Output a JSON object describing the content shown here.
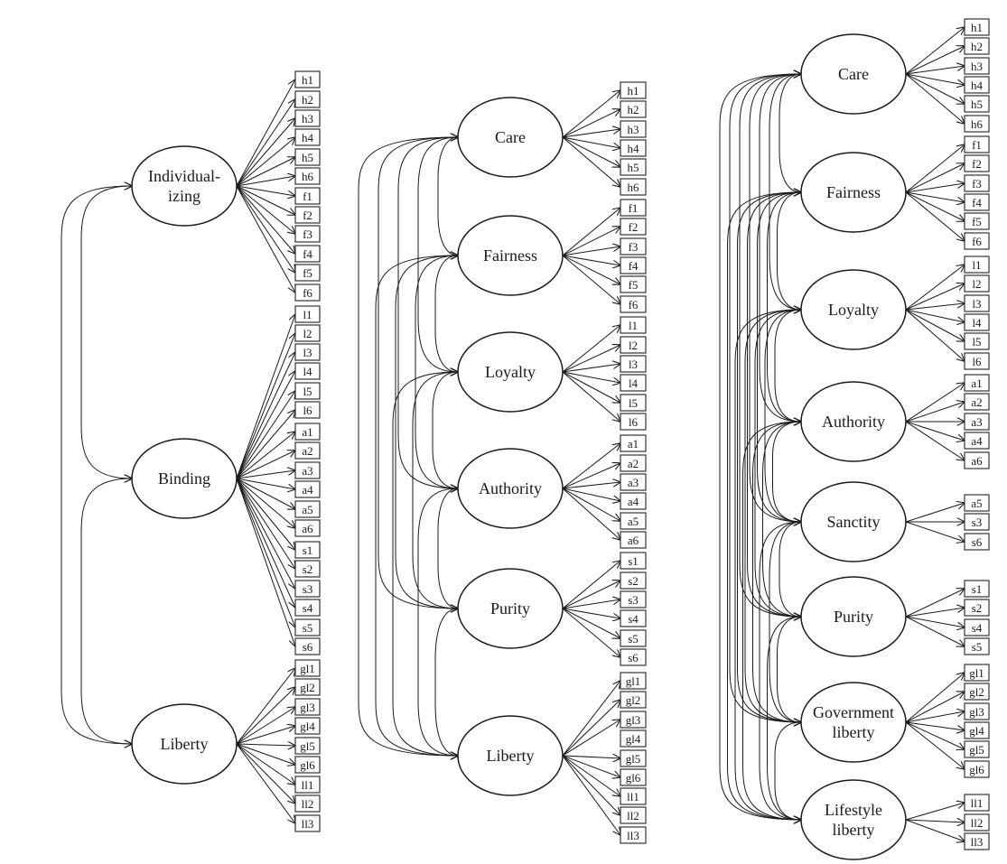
{
  "figure": {
    "description": "Three structural equation model diagrams of moral foundations and liberty factors",
    "colors": {
      "stroke": "#1a1a1a",
      "background": "#ffffff"
    }
  },
  "models": [
    {
      "id": "model-2factor",
      "name": "Individualizing / Binding / Liberty model",
      "latents": [
        {
          "id": "individualizing",
          "label_lines": [
            "Individual-",
            "izing"
          ],
          "indicators": [
            "h1",
            "h2",
            "h3",
            "h4",
            "h5",
            "h6",
            "f1",
            "f2",
            "f3",
            "f4",
            "f5",
            "f6"
          ]
        },
        {
          "id": "binding",
          "label_lines": [
            "Binding"
          ],
          "indicators": [
            "l1",
            "l2",
            "l3",
            "l4",
            "l5",
            "l6",
            "a1",
            "a2",
            "a3",
            "a4",
            "a5",
            "a6",
            "s1",
            "s2",
            "s3",
            "s4",
            "s5",
            "s6"
          ]
        },
        {
          "id": "liberty",
          "label_lines": [
            "Liberty"
          ],
          "indicators": [
            "gl1",
            "gl2",
            "gl3",
            "gl4",
            "gl5",
            "gl6",
            "ll1",
            "ll2",
            "ll3"
          ]
        }
      ],
      "indicators_without_arrow": []
    },
    {
      "id": "model-6factor",
      "name": "Six-factor model",
      "latents": [
        {
          "id": "care",
          "label_lines": [
            "Care"
          ],
          "indicators": [
            "h1",
            "h2",
            "h3",
            "h4",
            "h5",
            "h6"
          ]
        },
        {
          "id": "fairness",
          "label_lines": [
            "Fairness"
          ],
          "indicators": [
            "f1",
            "f2",
            "f3",
            "f4",
            "f5",
            "f6"
          ]
        },
        {
          "id": "loyalty",
          "label_lines": [
            "Loyalty"
          ],
          "indicators": [
            "l1",
            "l2",
            "l3",
            "l4",
            "l5",
            "l6"
          ]
        },
        {
          "id": "authority",
          "label_lines": [
            "Authority"
          ],
          "indicators": [
            "a1",
            "a2",
            "a3",
            "a4",
            "a5",
            "a6"
          ]
        },
        {
          "id": "purity",
          "label_lines": [
            "Purity"
          ],
          "indicators": [
            "s1",
            "s2",
            "s3",
            "s4",
            "s5",
            "s6"
          ]
        },
        {
          "id": "liberty",
          "label_lines": [
            "Liberty"
          ],
          "indicators": [
            "gl1",
            "gl2",
            "gl3",
            "gl4",
            "gl5",
            "gl6",
            "ll1",
            "ll2",
            "ll3"
          ]
        }
      ],
      "indicators_without_arrow": [
        "gl4"
      ]
    },
    {
      "id": "model-8factor",
      "name": "Eight-factor model",
      "latents": [
        {
          "id": "care",
          "label_lines": [
            "Care"
          ],
          "indicators": [
            "h1",
            "h2",
            "h3",
            "h4",
            "h5",
            "h6"
          ]
        },
        {
          "id": "fairness",
          "label_lines": [
            "Fairness"
          ],
          "indicators": [
            "f1",
            "f2",
            "f3",
            "f4",
            "f5",
            "f6"
          ]
        },
        {
          "id": "loyalty",
          "label_lines": [
            "Loyalty"
          ],
          "indicators": [
            "l1",
            "l2",
            "l3",
            "l4",
            "l5",
            "l6"
          ]
        },
        {
          "id": "authority",
          "label_lines": [
            "Authority"
          ],
          "indicators": [
            "a1",
            "a2",
            "a3",
            "a4",
            "a6"
          ]
        },
        {
          "id": "sanctity",
          "label_lines": [
            "Sanctity"
          ],
          "indicators": [
            "a5",
            "s3",
            "s6"
          ]
        },
        {
          "id": "purity",
          "label_lines": [
            "Purity"
          ],
          "indicators": [
            "s1",
            "s2",
            "s4",
            "s5"
          ]
        },
        {
          "id": "government-liberty",
          "label_lines": [
            "Government",
            "liberty"
          ],
          "indicators": [
            "gl1",
            "gl2",
            "gl3",
            "gl4",
            "gl5",
            "gl6"
          ]
        },
        {
          "id": "lifestyle-liberty",
          "label_lines": [
            "Lifestyle",
            "liberty"
          ],
          "indicators": [
            "ll1",
            "ll2",
            "ll3"
          ]
        }
      ],
      "indicators_without_arrow": []
    }
  ]
}
